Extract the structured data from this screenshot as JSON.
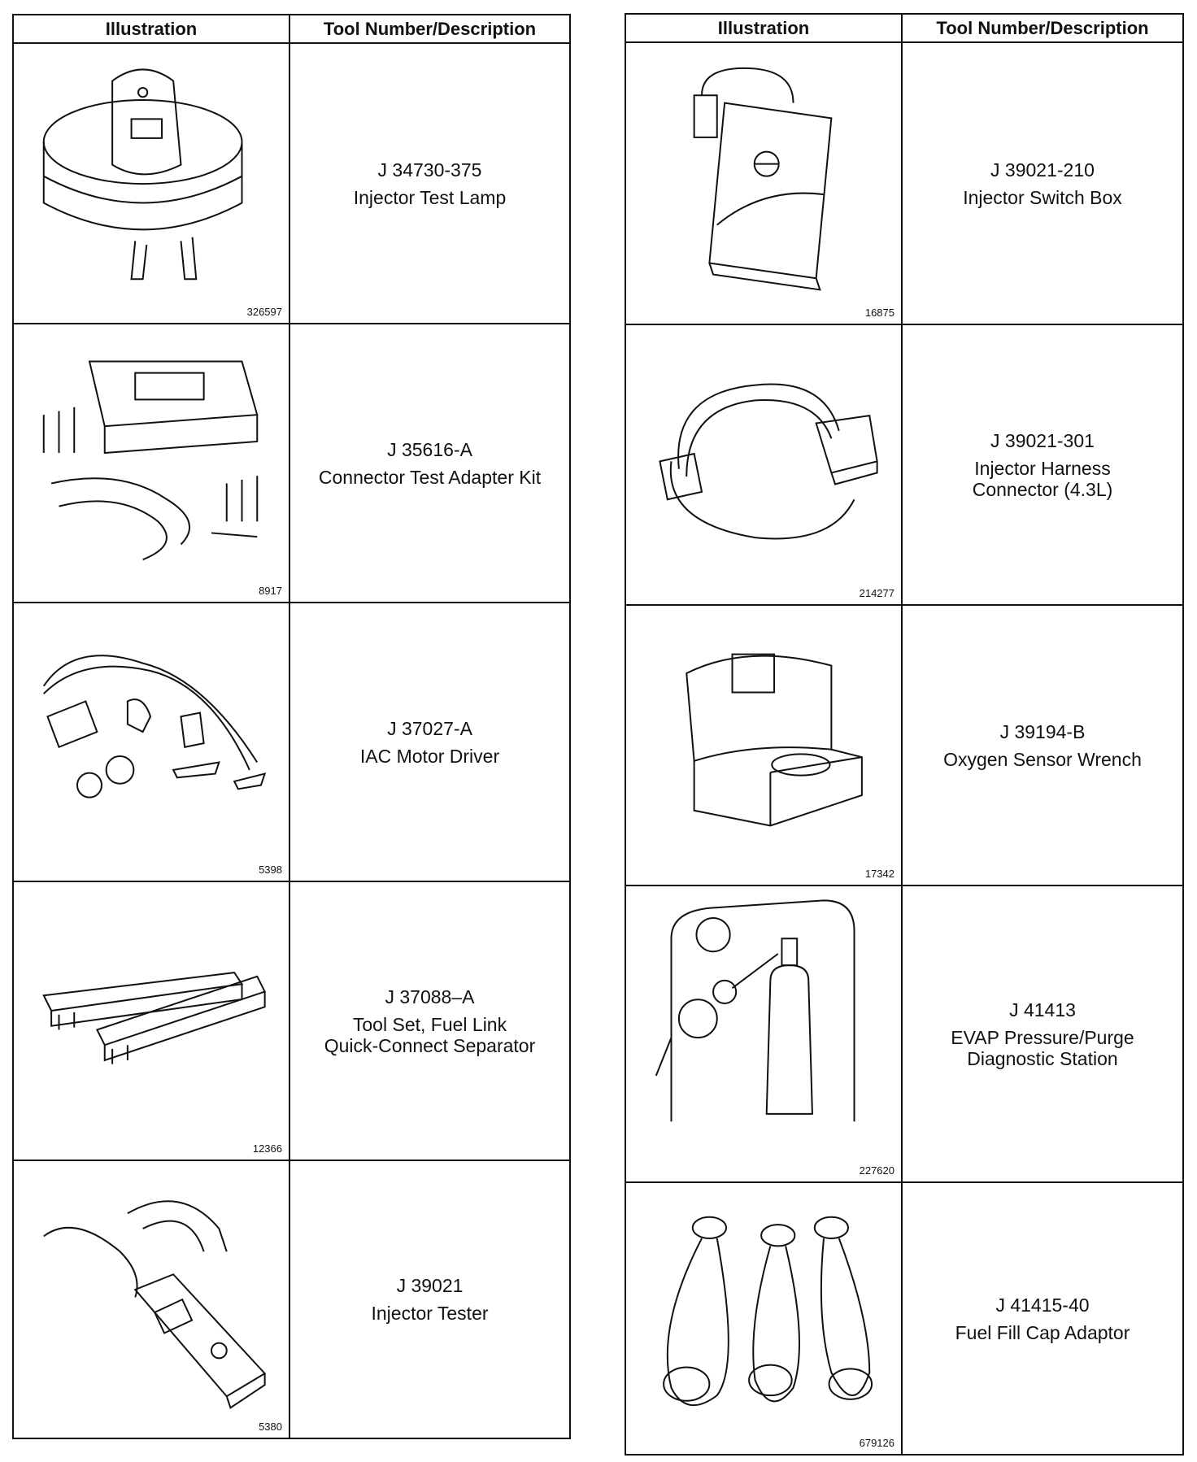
{
  "left_table": {
    "header": {
      "illustration": "Illustration",
      "tool": "Tool Number/Description"
    },
    "rows": [
      {
        "figure": "326597",
        "tool_number": "J 34730-375",
        "description": [
          "Injector Test Lamp"
        ],
        "icon": "test-lamp-icon"
      },
      {
        "figure": "8917",
        "tool_number": "J 35616-A",
        "description": [
          "Connector Test Adapter Kit"
        ],
        "icon": "adapter-kit-icon"
      },
      {
        "figure": "5398",
        "tool_number": "J 37027-A",
        "description": [
          "IAC Motor Driver"
        ],
        "icon": "iac-driver-icon"
      },
      {
        "figure": "12366",
        "tool_number": "J 37088–A",
        "description": [
          "Tool Set, Fuel Link",
          "Quick-Connect Separator"
        ],
        "icon": "separator-tools-icon"
      },
      {
        "figure": "5380",
        "tool_number": "J 39021",
        "description": [
          "Injector Tester"
        ],
        "icon": "injector-tester-icon"
      }
    ]
  },
  "right_table": {
    "header": {
      "illustration": "Illustration",
      "tool": "Tool Number/Description"
    },
    "rows": [
      {
        "figure": "16875",
        "tool_number": "J 39021-210",
        "description": [
          "Injector Switch Box"
        ],
        "icon": "switch-box-icon"
      },
      {
        "figure": "214277",
        "tool_number": "J 39021-301",
        "description": [
          "Injector Harness",
          "Connector (4.3L)"
        ],
        "icon": "harness-connector-icon"
      },
      {
        "figure": "17342",
        "tool_number": "J 39194-B",
        "description": [
          "Oxygen Sensor Wrench"
        ],
        "icon": "sensor-wrench-icon"
      },
      {
        "figure": "227620",
        "tool_number": "J 41413",
        "description": [
          "EVAP Pressure/Purge",
          "Diagnostic Station"
        ],
        "icon": "evap-station-icon"
      },
      {
        "figure": "679126",
        "tool_number": "J 41415-40",
        "description": [
          "Fuel Fill Cap Adaptor"
        ],
        "icon": "fill-cap-adaptor-icon"
      }
    ]
  }
}
